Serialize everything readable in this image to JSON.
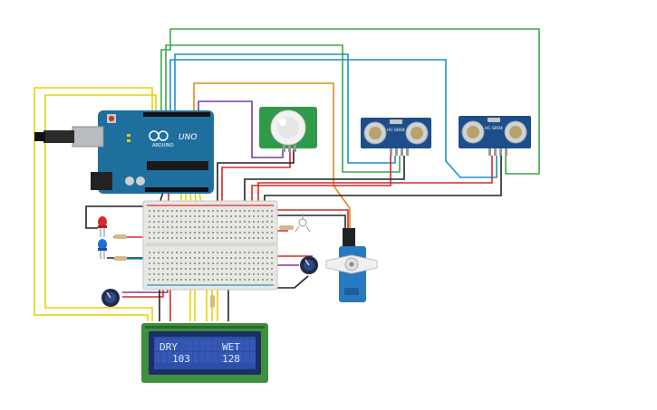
{
  "lcd": {
    "line1_left": "DRY",
    "line1_right": "WET",
    "line2_left": "103",
    "line2_right": "128"
  },
  "arduino": {
    "model_label": "UNO",
    "brand_label": "ARDUINO"
  },
  "sensors": {
    "ultrasonic_left_label": "HC-SR04",
    "ultrasonic_right_label": "HC-SR04"
  },
  "wire_colors": {
    "red": "#d62828",
    "black": "#222222",
    "yellow": "#e8d200",
    "green": "#3aa84a",
    "blue": "#1b8fc9",
    "orange": "#e08a1e",
    "purple": "#7a3a9a",
    "gray": "#8a8a8a"
  },
  "component_colors": {
    "arduino_board": "#1f6f9e",
    "breadboard": "#e7e7e2",
    "lcd_screen": "#2e4fa8",
    "lcd_pcb": "#3f8f3f",
    "sensor_pcb": "#1d4e8a",
    "pir_pcb": "#2f9a4a",
    "servo": "#2a78c0"
  }
}
